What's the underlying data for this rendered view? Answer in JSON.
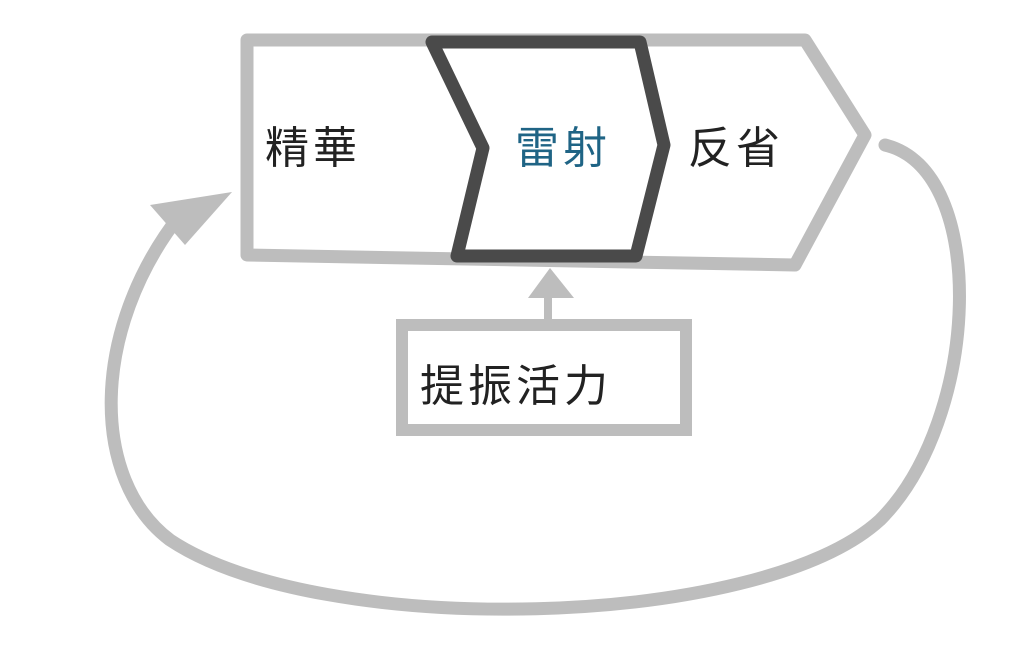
{
  "stages": [
    {
      "label": "精華"
    },
    {
      "label": "雷射"
    },
    {
      "label": "反省"
    }
  ],
  "input_box": {
    "label": "提振活力"
  },
  "colors": {
    "frame": "#bdbdbd",
    "highlight": "#4a4a4a",
    "highlight_text": "#1f6485",
    "text": "#222222"
  }
}
